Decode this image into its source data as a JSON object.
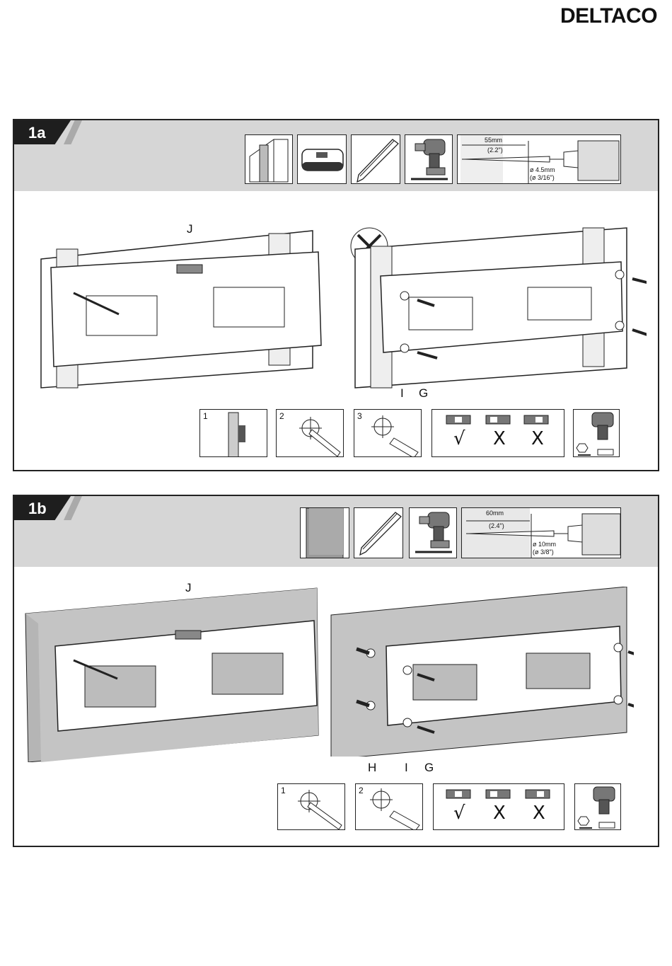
{
  "brand": "DELTACO",
  "section_1a": {
    "step": "1a",
    "drill": {
      "depth_mm": "55mm",
      "depth_in": "(2.2\")",
      "dia_mm": "ø 4.5mm",
      "dia_in": "(ø 3/16\")"
    },
    "labels": {
      "j": "J",
      "i": "I",
      "g": "G"
    },
    "substeps": [
      "1",
      "2",
      "3"
    ],
    "level_marks": {
      "ok": "√",
      "bad1": "X",
      "bad2": "X"
    }
  },
  "section_1b": {
    "step": "1b",
    "drill": {
      "depth_mm": "60mm",
      "depth_in": "(2.4\")",
      "dia_mm": "ø 10mm",
      "dia_in": "(ø 3/8\")"
    },
    "labels": {
      "j": "J",
      "h": "H",
      "i": "I",
      "g": "G"
    },
    "substeps": [
      "1",
      "2"
    ],
    "level_marks": {
      "ok": "√",
      "bad1": "X",
      "bad2": "X"
    }
  }
}
